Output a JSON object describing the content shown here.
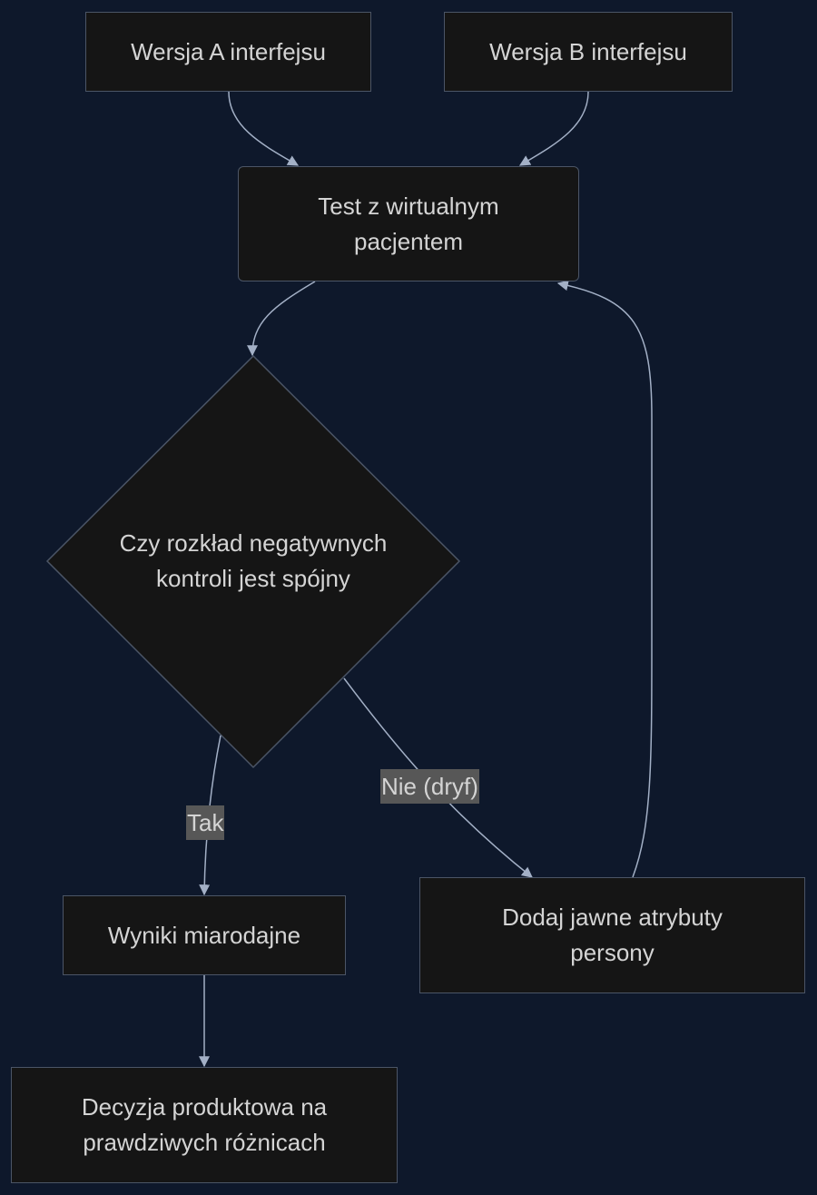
{
  "nodes": {
    "version_a": "Wersja A interfejsu",
    "version_b": "Wersja B interfejsu",
    "virtual_patient_test": {
      "line1": "Test z wirtualnym",
      "line2": "pacjentem"
    },
    "decision": {
      "line1": "Czy rozkład negatywnych",
      "line2": "kontroli jest spójny"
    },
    "reliable_results": "Wyniki miarodajne",
    "add_attributes": {
      "line1": "Dodaj jawne atrybuty",
      "line2": "persony"
    },
    "product_decision": {
      "line1": "Decyzja produktowa na",
      "line2": "prawdziwych różnicach"
    }
  },
  "edges": {
    "yes_label": "Tak",
    "no_label": "Nie (dryf)"
  },
  "colors": {
    "background": "#0e182b",
    "node_fill": "#151515",
    "node_border": "#4b5566",
    "edge": "#a3b0c6",
    "label_bg": "#575757",
    "text": "#d4d4d4"
  }
}
